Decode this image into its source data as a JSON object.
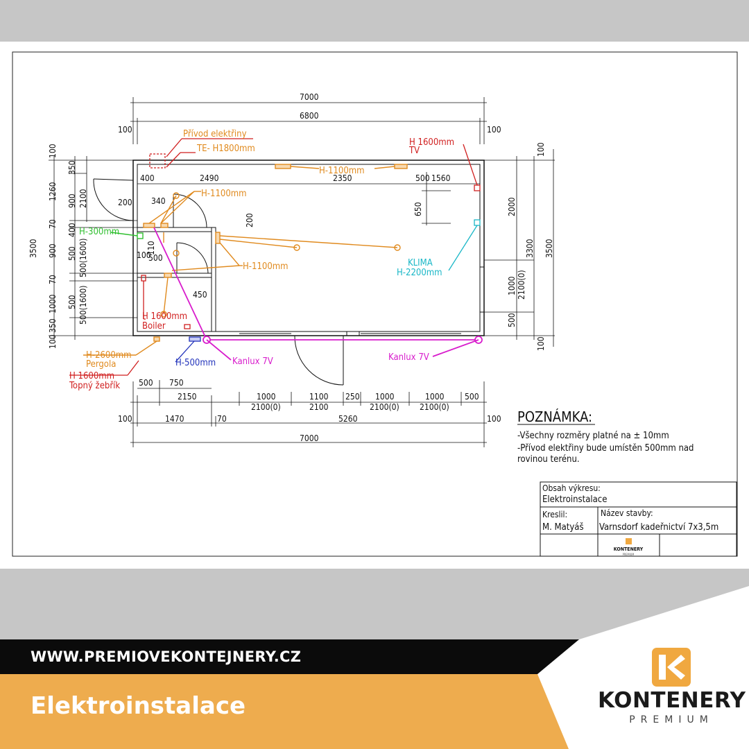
{
  "drawing": {
    "dims": {
      "top_total": "7000",
      "top_inner": "6800",
      "top_left_margin": "100",
      "top_right_margin": "100",
      "row_400": "400",
      "row_2490": "2490",
      "row_2350": "2350",
      "row_500": "500",
      "row_1560": "1560",
      "d_200": "200",
      "d_340": "340",
      "d_200b": "200",
      "d_650": "650",
      "d_110": "110",
      "d_100": "100",
      "d_500": "500",
      "d_450": "450",
      "left_3500": "3500",
      "left_100a": "100",
      "left_350a": "350",
      "left_1260": "1260",
      "left_2100": "2100",
      "left_900a": "900",
      "left_70a": "70",
      "left_400": "400",
      "left_900b": "900",
      "left_500a": "500",
      "left_500_1600a": "500(1600)",
      "left_70b": "70",
      "left_1000": "1000",
      "left_500b": "500",
      "left_500_1600b": "500(1600)",
      "left_350b": "350",
      "left_100b": "100",
      "right_100a": "100",
      "right_2000": "2000",
      "right_3300": "3300",
      "right_3500": "3500",
      "right_1000": "1000",
      "right_2100_0": "2100(0)",
      "right_500": "500",
      "right_100b": "100",
      "bot_500": "500",
      "bot_750": "750",
      "bot_2150": "2150",
      "bot_1000a": "1000",
      "bot_2100_0a": "2100(0)",
      "bot_1100": "1100",
      "bot_2100": "2100",
      "bot_250": "250",
      "bot_1000b": "1000",
      "bot_2100_0b": "2100(0)",
      "bot_1000c": "1000",
      "bot_2100_0c": "2100(0)",
      "bot_500b": "500",
      "bot_100a": "100",
      "bot_1470": "1470",
      "bot_70": "70",
      "bot_5260": "5260",
      "bot_100b": "100",
      "bot_total": "7000"
    },
    "labels": {
      "privod": "Přívod elektřiny",
      "te": "TE- H1800mm",
      "h1600_tv": "H 1600mm",
      "tv": "TV",
      "h1100_top": "H-1100mm",
      "h1100_left": "H-1100mm",
      "h300": "H-300mm",
      "h1100_mid": "H-1100mm",
      "klima": "KLIMA",
      "h2200": "H-2200mm",
      "h1600_boiler": "H 1600mm",
      "boiler": "Boiler",
      "h2600": "H-2600mm",
      "pergola": "Pergola",
      "h1600_zebrik": "H 1600mm",
      "topny_zebrik": "Topný žebřík",
      "h500": "H-500mm",
      "kanlux_left": "Kanlux 7V",
      "kanlux_right": "Kanlux 7V"
    },
    "note": {
      "title": "POZNÁMKA:",
      "line1": "-Všechny rozměry platné na ± 10mm",
      "line2": "-Přívod elektřiny bude umístěn 500mm nad",
      "line3": "rovinou terénu."
    },
    "title_block": {
      "obsah_label": "Obsah výkresu:",
      "obsah_value": "Elektroinstalace",
      "kreslil_label": "Kreslil:",
      "kreslil_value": "M. Matyáš",
      "nazev_label": "Název stavby:",
      "nazev_value": "Varnsdorf kadeřnictví 7x3,5m",
      "logo_text": "KONTENERY",
      "logo_sub": "PREMIUM"
    },
    "colors": {
      "orange": "#e08a1e",
      "magenta": "#d81ccc",
      "green": "#2fbf2f",
      "cyan": "#19b7c7",
      "red": "#d01f1f",
      "blue": "#2233bb"
    }
  },
  "footer": {
    "url": "WWW.PREMIOVEKONTEJNERY.CZ",
    "title": "Elektroinstalace",
    "brand_name": "KONTENERY",
    "brand_sub": "PREMIUM",
    "colors": {
      "band_black": "#0b0b0b",
      "band_orange": "#eeac4e",
      "logo_orange": "#f0a840"
    }
  }
}
